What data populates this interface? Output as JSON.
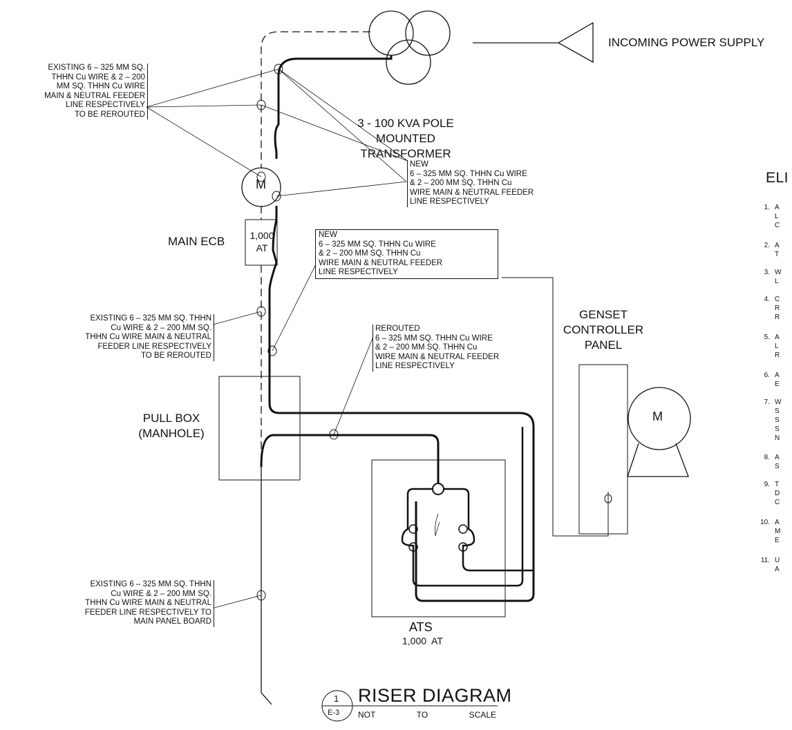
{
  "supply": {
    "label": "INCOMING POWER SUPPLY"
  },
  "transformer": {
    "label": "3 - 100 KVA POLE\nMOUNTED\nTRANSFORMER"
  },
  "notes": {
    "existing_top": "EXISTING 6 – 325 MM SQ.\nTHHN Cu WIRE & 2 – 200\nMM SQ. THHN Cu WIRE\nMAIN & NEUTRAL FEEDER\nLINE RESPECTIVELY\nTO BE REROUTED",
    "new_top": "NEW\n6 – 325 MM SQ. THHN Cu WIRE\n& 2 – 200 MM SQ. THHN Cu\nWIRE MAIN & NEUTRAL FEEDER\nLINE RESPECTIVELY",
    "new_mid": "NEW\n6 – 325 MM SQ. THHN Cu WIRE\n& 2 – 200 MM SQ. THHN Cu\nWIRE MAIN & NEUTRAL FEEDER\nLINE RESPECTIVELY",
    "existing_mid": "EXISTING 6 – 325 MM SQ. THHN\nCu WIRE & 2 – 200 MM SQ.\nTHHN Cu WIRE MAIN & NEUTRAL\nFEEDER LINE RESPECTIVELY\nTO BE REROUTED",
    "rerouted": "REROUTED\n6 – 325 MM SQ. THHN Cu WIRE\n& 2 – 200 MM SQ. THHN Cu\nWIRE MAIN & NEUTRAL FEEDER\nLINE RESPECTIVELY",
    "existing_bottom": "EXISTING 6 – 325 MM SQ. THHN\nCu WIRE & 2 – 200 MM SQ.\nTHHN Cu WIRE MAIN & NEUTRAL\nFEEDER LINE RESPECTIVELY TO\nMAIN PANEL BOARD"
  },
  "meter": {
    "symbol": "M"
  },
  "genset_meter": {
    "symbol": "M"
  },
  "main_ecb": {
    "label": "MAIN ECB",
    "rating": "1,000\nAT"
  },
  "pull_box": {
    "label": "PULL BOX\n(MANHOLE)"
  },
  "genset": {
    "label": "GENSET\nCONTROLLER\nPANEL"
  },
  "ats": {
    "label": "ATS",
    "rating": "1,000  AT"
  },
  "general_notes": {
    "heading": "ELI",
    "items": [
      {
        "num": "1.",
        "lines": [
          "A",
          "L",
          "C"
        ]
      },
      {
        "num": "2.",
        "lines": [
          "A",
          "T"
        ]
      },
      {
        "num": "3.",
        "lines": [
          "W",
          "L"
        ]
      },
      {
        "num": "4.",
        "lines": [
          "C",
          "R",
          "R"
        ]
      },
      {
        "num": "5.",
        "lines": [
          "A",
          "L",
          "R"
        ]
      },
      {
        "num": "6.",
        "lines": [
          "A",
          "E"
        ]
      },
      {
        "num": "7.",
        "lines": [
          "W",
          "S",
          "S",
          "S",
          "N"
        ]
      },
      {
        "num": "8.",
        "lines": [
          "A",
          "S"
        ]
      },
      {
        "num": "9.",
        "lines": [
          "T",
          "D",
          "C"
        ]
      },
      {
        "num": "10.",
        "lines": [
          "A",
          "M",
          "E"
        ]
      },
      {
        "num": "11.",
        "lines": [
          "U",
          "A"
        ]
      }
    ]
  },
  "title_block": {
    "title": "RISER DIAGRAM",
    "detail_no": "1",
    "sheet": "E-3",
    "scale_words": [
      "NOT",
      "TO",
      "SCALE"
    ]
  }
}
